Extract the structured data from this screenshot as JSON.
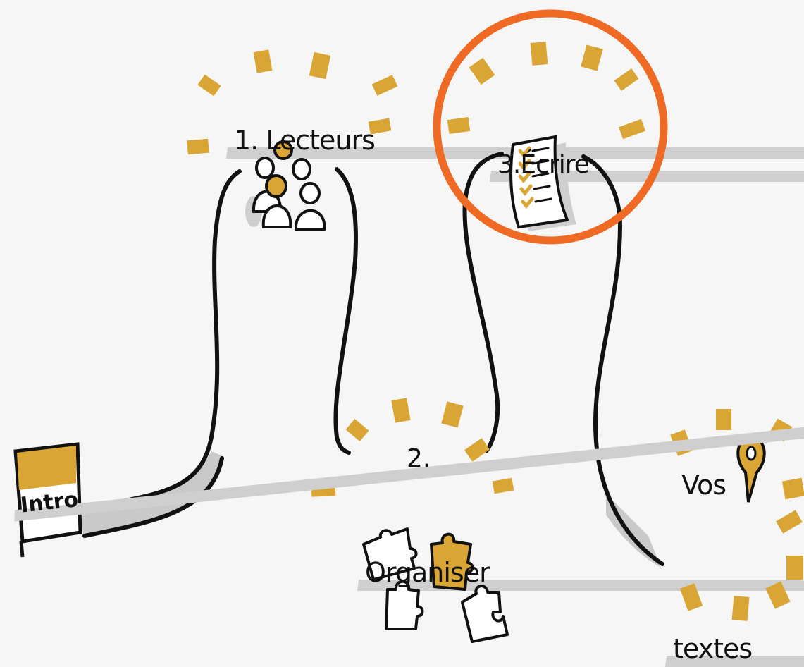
{
  "stages": {
    "intro": "Intro",
    "step1": "1. Lecteurs",
    "step2_number": "2.",
    "step2_label": "Organiser",
    "step3": "3.Écrire",
    "destination_line1": "Vos",
    "destination_line2": "textes"
  },
  "colors": {
    "gold": "#d9a534",
    "highlight": "#ef6a24",
    "ink": "#111111",
    "shadow": "#c9c9c9"
  }
}
